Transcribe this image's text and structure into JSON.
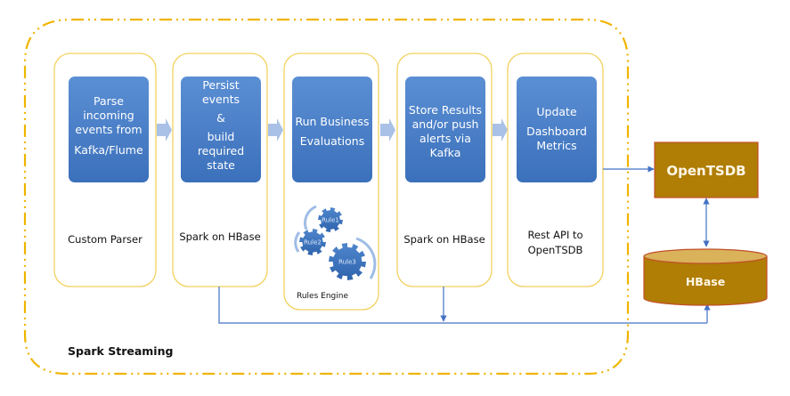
{
  "title": "Spark Streaming pipeline to OpenTSDB / HBase",
  "frame_label": "Spark Streaming",
  "colors": {
    "frame_dash": "#f0b400",
    "stage_border": "#f2d15e",
    "task_blue_top": "#5d8fd3",
    "task_blue_bottom": "#3a71bd",
    "arrow_fill": "#a9c1e6",
    "connector": "#4472c4",
    "store_fill": "#b07d05",
    "store_top": "#d9b25a",
    "store_border": "#c0502a"
  },
  "stages": [
    {
      "id": "parse",
      "task_lines": [
        "Parse",
        "incoming",
        "events from",
        "Kafka/Flume"
      ],
      "caption_lines": [
        "Custom Parser"
      ]
    },
    {
      "id": "persist",
      "task_lines": [
        "Persist",
        "events",
        "&",
        "build",
        "required",
        "state"
      ],
      "caption_lines": [
        "Spark on HBase"
      ]
    },
    {
      "id": "rules",
      "task_lines": [
        "Run Business",
        "Evaluations"
      ],
      "caption_lines": [
        "Rules Engine"
      ],
      "gears": [
        "Rule1",
        "Rule2",
        "Rule3"
      ]
    },
    {
      "id": "store",
      "task_lines": [
        "Store Results",
        "and/or push",
        "alerts via",
        "Kafka"
      ],
      "caption_lines": [
        "Spark on HBase"
      ]
    },
    {
      "id": "dashboard",
      "task_lines": [
        "Update",
        "Dashboard",
        "Metrics"
      ],
      "caption_lines": [
        "Rest API to",
        "OpenTSDB"
      ]
    }
  ],
  "stores": {
    "opentsdb": "OpenTSDB",
    "hbase": "HBase"
  }
}
